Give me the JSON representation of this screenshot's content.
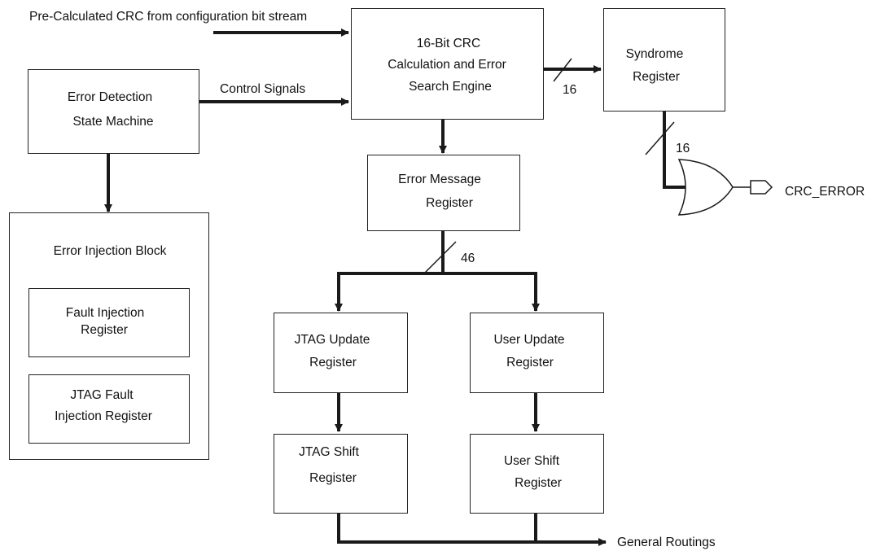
{
  "inputs": {
    "precalc_crc": "Pre-Calculated CRC from configuration bit stream",
    "control_signals": "Control Signals"
  },
  "blocks": {
    "crc_engine": {
      "line1": "16-Bit CRC",
      "line2": "Calculation and Error",
      "line3": "Search Engine"
    },
    "syndrome": {
      "line1": "Syndrome",
      "line2": "Register"
    },
    "error_detection": {
      "line1": "Error Detection",
      "line2": "State Machine"
    },
    "error_message": {
      "line1": "Error Message",
      "line2": "Register"
    },
    "error_injection": {
      "title": "Error Injection Block"
    },
    "fault_injection": {
      "line1": "Fault Injection",
      "line2": "Register"
    },
    "jtag_fault_injection": {
      "line1": "JTAG Fault",
      "line2": "Injection Register"
    },
    "jtag_update": {
      "line1": "JTAG Update",
      "line2": "Register"
    },
    "user_update": {
      "line1": "User Update",
      "line2": "Register"
    },
    "jtag_shift": {
      "line1": "JTAG Shift",
      "line2": "Register"
    },
    "user_shift": {
      "line1": "User Shift",
      "line2": "Register"
    }
  },
  "bus_widths": {
    "engine_to_syndrome": "16",
    "syndrome_to_or": "16",
    "message_bus": "46"
  },
  "outputs": {
    "crc_error": "CRC_ERROR",
    "general_routings": "General Routings"
  }
}
